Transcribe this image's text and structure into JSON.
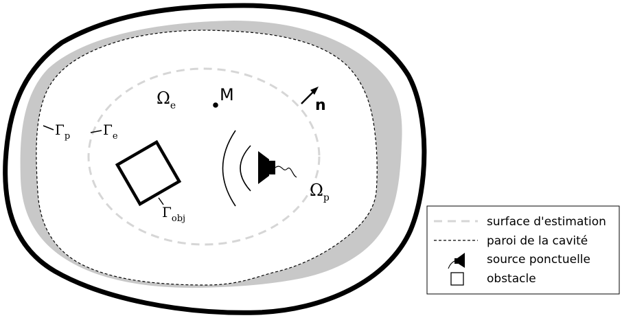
{
  "diagram": {
    "labels": {
      "omega_e": "Ω",
      "omega_e_sub": "e",
      "omega_p": "Ω",
      "omega_p_sub": "p",
      "point_m": "M",
      "normal_n": "n",
      "gamma_p": "Γ",
      "gamma_p_sub": "p",
      "gamma_e": "Γ",
      "gamma_e_sub": "e",
      "gamma_obj": "Γ",
      "gamma_obj_sub": "obj"
    },
    "colors": {
      "wall": "#000000",
      "absorbing_layer": "#c8c8c8",
      "estimation_surface": "#d6d6d6",
      "background": "#ffffff"
    }
  },
  "legend": {
    "items": [
      {
        "symbol": "dashed-gray-line",
        "label": "surface d'estimation"
      },
      {
        "symbol": "dashed-black-line",
        "label": "paroi de la cavité"
      },
      {
        "symbol": "speaker-icon",
        "label": "source ponctuelle"
      },
      {
        "symbol": "square-icon",
        "label": "obstacle"
      }
    ]
  }
}
